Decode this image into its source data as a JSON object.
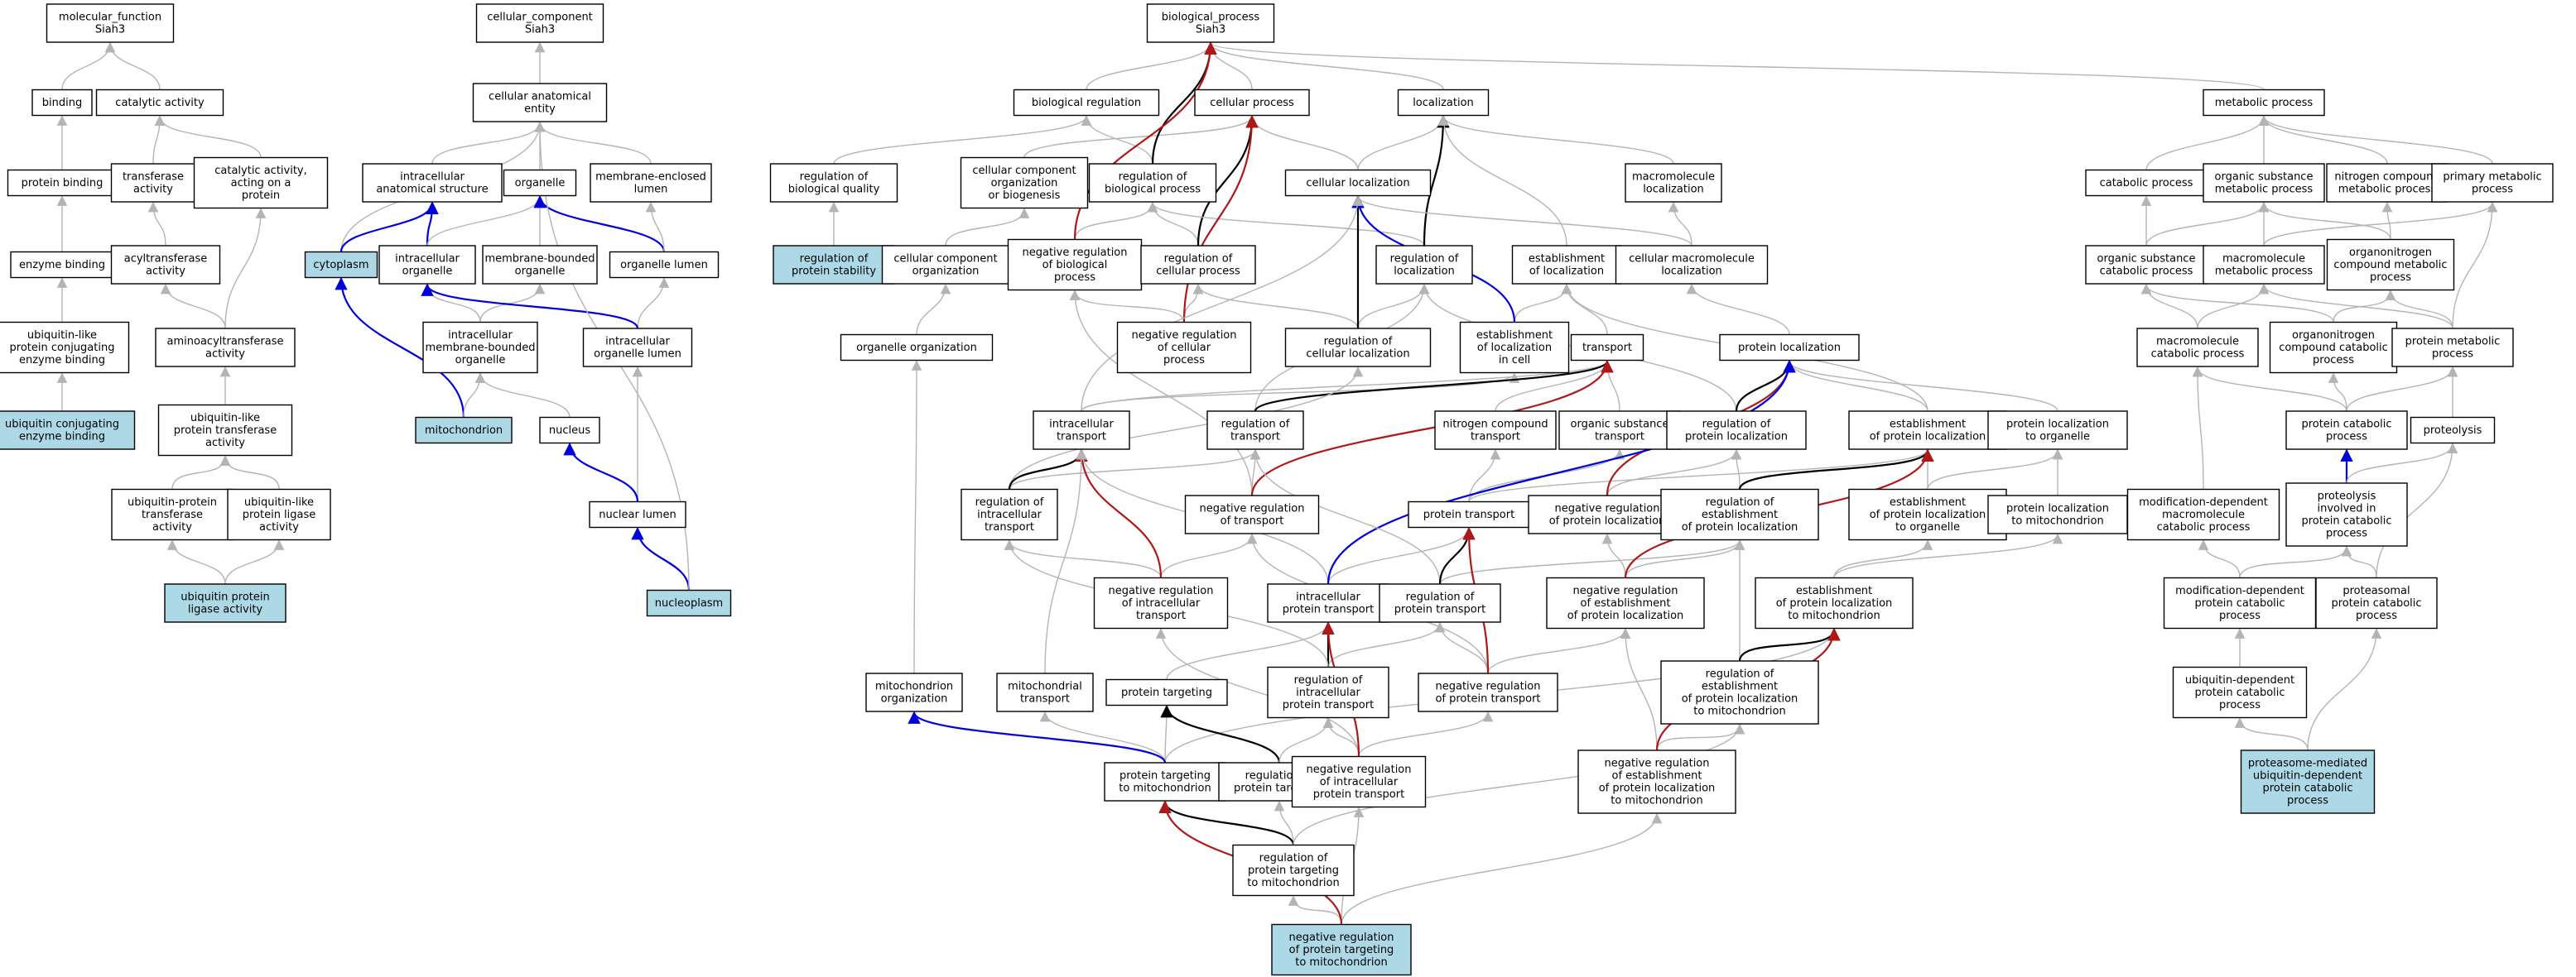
{
  "colors": {
    "highlight_fill": "#add8e6",
    "edge_gray": "#b4b4b4",
    "edge_black": "#000000",
    "edge_blue": "#0000dd",
    "edge_red": "#b01818"
  },
  "nodes": [
    {
      "id": "mf_root",
      "lines": [
        "molecular_function",
        "Siah3"
      ]
    },
    {
      "id": "binding",
      "lines": [
        "binding"
      ]
    },
    {
      "id": "catalytic",
      "lines": [
        "catalytic activity"
      ]
    },
    {
      "id": "protein_binding",
      "lines": [
        "protein binding"
      ]
    },
    {
      "id": "transferase",
      "lines": [
        "transferase",
        "activity"
      ]
    },
    {
      "id": "cat_acting_protein",
      "lines": [
        "catalytic activity,",
        "acting on a",
        "protein"
      ]
    },
    {
      "id": "enzyme_binding",
      "lines": [
        "enzyme binding"
      ]
    },
    {
      "id": "acyltransferase",
      "lines": [
        "acyltransferase",
        "activity"
      ]
    },
    {
      "id": "ubl_conj_enzyme_binding",
      "lines": [
        "ubiquitin-like",
        "protein conjugating",
        "enzyme binding"
      ]
    },
    {
      "id": "aminoacyltransferase",
      "lines": [
        "aminoacyltransferase",
        "activity"
      ]
    },
    {
      "id": "ub_conj_enzyme_binding",
      "lines": [
        "ubiquitin conjugating",
        "enzyme binding"
      ],
      "hl": true
    },
    {
      "id": "ubl_transferase",
      "lines": [
        "ubiquitin-like",
        "protein transferase",
        "activity"
      ]
    },
    {
      "id": "ub_protein_transferase",
      "lines": [
        "ubiquitin-protein",
        "transferase",
        "activity"
      ]
    },
    {
      "id": "ubl_ligase",
      "lines": [
        "ubiquitin-like",
        "protein ligase",
        "activity"
      ]
    },
    {
      "id": "ub_ligase",
      "lines": [
        "ubiquitin protein",
        "ligase activity"
      ],
      "hl": true
    },
    {
      "id": "cc_root",
      "lines": [
        "cellular_component",
        "Siah3"
      ]
    },
    {
      "id": "cell_anat_entity",
      "lines": [
        "cellular anatomical",
        "entity"
      ]
    },
    {
      "id": "intracell_anat",
      "lines": [
        "intracellular",
        "anatomical structure"
      ]
    },
    {
      "id": "organelle",
      "lines": [
        "organelle"
      ]
    },
    {
      "id": "membrane_enclosed_lumen",
      "lines": [
        "membrane-enclosed",
        "lumen"
      ]
    },
    {
      "id": "cytoplasm",
      "lines": [
        "cytoplasm"
      ],
      "hl": true
    },
    {
      "id": "intracell_organelle",
      "lines": [
        "intracellular",
        "organelle"
      ]
    },
    {
      "id": "membrane_bounded_organelle",
      "lines": [
        "membrane-bounded",
        "organelle"
      ]
    },
    {
      "id": "organelle_lumen",
      "lines": [
        "organelle lumen"
      ]
    },
    {
      "id": "intracell_mb_organelle",
      "lines": [
        "intracellular",
        "membrane-bounded",
        "organelle"
      ]
    },
    {
      "id": "intracell_organelle_lumen",
      "lines": [
        "intracellular",
        "organelle lumen"
      ]
    },
    {
      "id": "mitochondrion",
      "lines": [
        "mitochondrion"
      ],
      "hl": true
    },
    {
      "id": "nucleus",
      "lines": [
        "nucleus"
      ]
    },
    {
      "id": "nuclear_lumen",
      "lines": [
        "nuclear lumen"
      ]
    },
    {
      "id": "nucleoplasm",
      "lines": [
        "nucleoplasm"
      ],
      "hl": true
    },
    {
      "id": "bp_root",
      "lines": [
        "biological_process",
        "Siah3"
      ]
    },
    {
      "id": "bio_regulation",
      "lines": [
        "biological regulation"
      ]
    },
    {
      "id": "cellular_process",
      "lines": [
        "cellular process"
      ]
    },
    {
      "id": "localization",
      "lines": [
        "localization"
      ]
    },
    {
      "id": "reg_bio_quality",
      "lines": [
        "regulation of",
        "biological quality"
      ]
    },
    {
      "id": "cc_org_biogenesis",
      "lines": [
        "cellular component",
        "organization",
        "or biogenesis"
      ]
    },
    {
      "id": "reg_bio_process",
      "lines": [
        "regulation of",
        "biological process"
      ]
    },
    {
      "id": "cellular_localization",
      "lines": [
        "cellular localization"
      ]
    },
    {
      "id": "macromolecule_localization",
      "lines": [
        "macromolecule",
        "localization"
      ]
    },
    {
      "id": "reg_protein_stability",
      "lines": [
        "regulation of",
        "protein stability"
      ],
      "hl": true
    },
    {
      "id": "cc_organization",
      "lines": [
        "cellular component",
        "organization"
      ]
    },
    {
      "id": "neg_reg_bio_process",
      "lines": [
        "negative regulation",
        "of biological",
        "process"
      ]
    },
    {
      "id": "reg_cellular_process",
      "lines": [
        "regulation of",
        "cellular process"
      ]
    },
    {
      "id": "reg_localization",
      "lines": [
        "regulation of",
        "localization"
      ]
    },
    {
      "id": "establishment_localization",
      "lines": [
        "establishment",
        "of localization"
      ]
    },
    {
      "id": "cell_macromolecule_localization",
      "lines": [
        "cellular macromolecule",
        "localization"
      ]
    },
    {
      "id": "organelle_organization",
      "lines": [
        "organelle organization"
      ]
    },
    {
      "id": "neg_reg_cellular_process",
      "lines": [
        "negative regulation",
        "of cellular",
        "process"
      ]
    },
    {
      "id": "reg_cellular_localization",
      "lines": [
        "regulation of",
        "cellular localization"
      ]
    },
    {
      "id": "establishment_loc_in_cell",
      "lines": [
        "establishment",
        "of localization",
        "in cell"
      ]
    },
    {
      "id": "transport",
      "lines": [
        "transport"
      ]
    },
    {
      "id": "protein_localization",
      "lines": [
        "protein localization"
      ]
    },
    {
      "id": "intracellular_transport",
      "lines": [
        "intracellular",
        "transport"
      ]
    },
    {
      "id": "reg_transport",
      "lines": [
        "regulation of",
        "transport"
      ]
    },
    {
      "id": "nitrogen_compound_transport",
      "lines": [
        "nitrogen compound",
        "transport"
      ]
    },
    {
      "id": "organic_substance_transport",
      "lines": [
        "organic substance",
        "transport"
      ]
    },
    {
      "id": "reg_protein_localization",
      "lines": [
        "regulation of",
        "protein localization"
      ]
    },
    {
      "id": "establishment_protein_localization",
      "lines": [
        "establishment",
        "of protein localization"
      ]
    },
    {
      "id": "protein_loc_organelle",
      "lines": [
        "protein localization",
        "to organelle"
      ]
    },
    {
      "id": "reg_intracellular_transport",
      "lines": [
        "regulation of",
        "intracellular",
        "transport"
      ]
    },
    {
      "id": "neg_reg_transport",
      "lines": [
        "negative regulation",
        "of transport"
      ]
    },
    {
      "id": "protein_transport",
      "lines": [
        "protein transport"
      ]
    },
    {
      "id": "neg_reg_protein_localization",
      "lines": [
        "negative regulation",
        "of protein localization"
      ]
    },
    {
      "id": "reg_est_protein_localization",
      "lines": [
        "regulation of",
        "establishment",
        "of protein localization"
      ]
    },
    {
      "id": "est_protein_loc_organelle",
      "lines": [
        "establishment",
        "of protein localization",
        "to organelle"
      ]
    },
    {
      "id": "protein_loc_mitochondrion",
      "lines": [
        "protein localization",
        "to mitochondrion"
      ]
    },
    {
      "id": "neg_reg_intracellular_transport",
      "lines": [
        "negative regulation",
        "of intracellular",
        "transport"
      ]
    },
    {
      "id": "intracellular_protein_transport",
      "lines": [
        "intracellular",
        "protein transport"
      ]
    },
    {
      "id": "reg_protein_transport",
      "lines": [
        "regulation of",
        "protein transport"
      ]
    },
    {
      "id": "neg_reg_est_protein_localization",
      "lines": [
        "negative regulation",
        "of establishment",
        "of protein localization"
      ]
    },
    {
      "id": "est_protein_loc_mitochondrion",
      "lines": [
        "establishment",
        "of protein localization",
        "to mitochondrion"
      ]
    },
    {
      "id": "mitochondrion_organization",
      "lines": [
        "mitochondrion",
        "organization"
      ]
    },
    {
      "id": "mitochondrial_transport",
      "lines": [
        "mitochondrial",
        "transport"
      ]
    },
    {
      "id": "protein_targeting",
      "lines": [
        "protein targeting"
      ]
    },
    {
      "id": "reg_intracellular_protein_transport",
      "lines": [
        "regulation of",
        "intracellular",
        "protein transport"
      ]
    },
    {
      "id": "neg_reg_protein_transport",
      "lines": [
        "negative regulation",
        "of protein transport"
      ]
    },
    {
      "id": "reg_est_protein_loc_mito",
      "lines": [
        "regulation of",
        "establishment",
        "of protein localization",
        "to mitochondrion"
      ]
    },
    {
      "id": "protein_targeting_mito",
      "lines": [
        "protein targeting",
        "to mitochondrion"
      ]
    },
    {
      "id": "reg_protein_targeting",
      "lines": [
        "regulation of",
        "protein targeting"
      ]
    },
    {
      "id": "neg_reg_intracellular_protein_transport",
      "lines": [
        "negative regulation",
        "of intracellular",
        "protein transport"
      ]
    },
    {
      "id": "neg_reg_est_protein_loc_mito",
      "lines": [
        "negative regulation",
        "of establishment",
        "of protein localization",
        "to mitochondrion"
      ]
    },
    {
      "id": "reg_protein_targeting_mito",
      "lines": [
        "regulation of",
        "protein targeting",
        "to mitochondrion"
      ]
    },
    {
      "id": "neg_reg_protein_targeting_mito",
      "lines": [
        "negative regulation",
        "of protein targeting",
        "to mitochondrion"
      ],
      "hl": true
    },
    {
      "id": "metabolic_process",
      "lines": [
        "metabolic process"
      ]
    },
    {
      "id": "catabolic_process",
      "lines": [
        "catabolic process"
      ]
    },
    {
      "id": "organic_substance_metabolic",
      "lines": [
        "organic substance",
        "metabolic process"
      ]
    },
    {
      "id": "nitrogen_compound_metabolic",
      "lines": [
        "nitrogen compound",
        "metabolic process"
      ]
    },
    {
      "id": "primary_metabolic",
      "lines": [
        "primary metabolic",
        "process"
      ]
    },
    {
      "id": "organic_substance_catabolic",
      "lines": [
        "organic substance",
        "catabolic process"
      ]
    },
    {
      "id": "macromolecule_metabolic",
      "lines": [
        "macromolecule",
        "metabolic process"
      ]
    },
    {
      "id": "organonitrogen_metabolic",
      "lines": [
        "organonitrogen",
        "compound metabolic",
        "process"
      ]
    },
    {
      "id": "macromolecule_catabolic",
      "lines": [
        "macromolecule",
        "catabolic process"
      ]
    },
    {
      "id": "organonitrogen_catabolic",
      "lines": [
        "organonitrogen",
        "compound catabolic",
        "process"
      ]
    },
    {
      "id": "protein_metabolic",
      "lines": [
        "protein metabolic",
        "process"
      ]
    },
    {
      "id": "protein_catabolic",
      "lines": [
        "protein catabolic",
        "process"
      ]
    },
    {
      "id": "proteolysis",
      "lines": [
        "proteolysis"
      ]
    },
    {
      "id": "mod_dep_macromolecule_catabolic",
      "lines": [
        "modification-dependent",
        "macromolecule",
        "catabolic process"
      ]
    },
    {
      "id": "proteolysis_protein_catabolic",
      "lines": [
        "proteolysis",
        "involved in",
        "protein catabolic",
        "process"
      ]
    },
    {
      "id": "mod_dep_protein_catabolic",
      "lines": [
        "modification-dependent",
        "protein catabolic",
        "process"
      ]
    },
    {
      "id": "proteasomal_protein_catabolic",
      "lines": [
        "proteasomal",
        "protein catabolic",
        "process"
      ]
    },
    {
      "id": "ub_dep_protein_catabolic",
      "lines": [
        "ubiquitin-dependent",
        "protein catabolic",
        "process"
      ]
    },
    {
      "id": "proteasome_ub_dep_catabolic",
      "lines": [
        "proteasome-mediated",
        "ubiquitin-dependent",
        "protein catabolic",
        "process"
      ],
      "hl": true
    }
  ]
}
